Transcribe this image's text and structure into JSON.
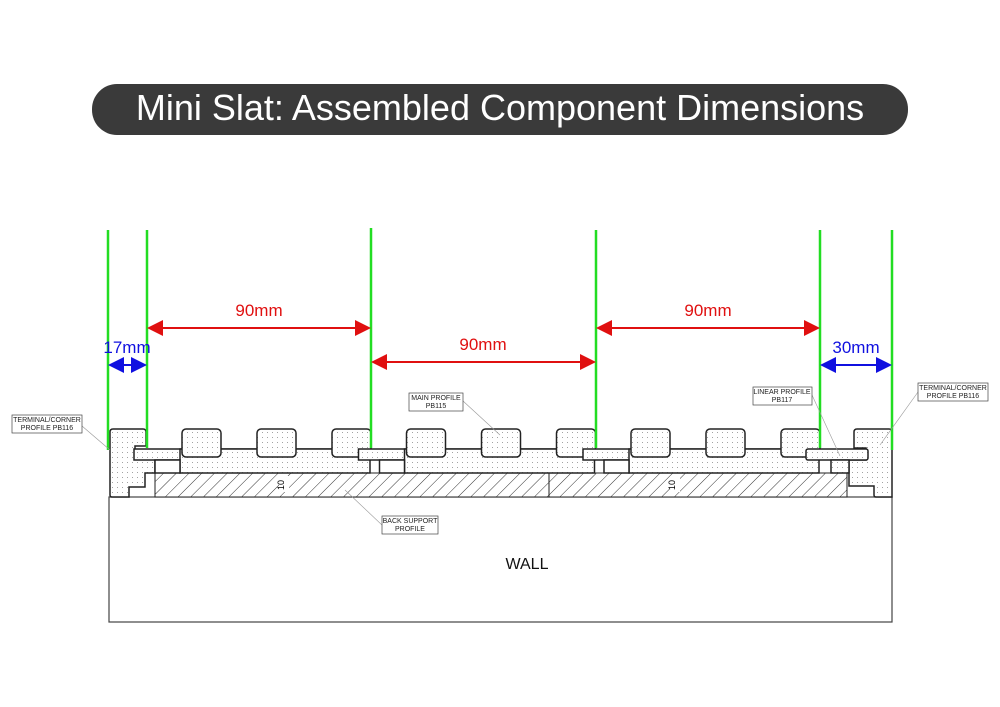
{
  "title": "Mini Slat: Assembled Component Dimensions",
  "dimensions": [
    {
      "label": "17mm",
      "color": "#1010e0"
    },
    {
      "label": "90mm",
      "color": "#e01010"
    },
    {
      "label": "90mm",
      "color": "#e01010"
    },
    {
      "label": "90mm",
      "color": "#e01010"
    },
    {
      "label": "30mm",
      "color": "#1010e0"
    }
  ],
  "callouts": {
    "terminal_left": [
      "TERMINAL/CORNER",
      "PROFILE PB116"
    ],
    "main": [
      "MAIN PROFILE",
      "PB115"
    ],
    "linear": [
      "LINEAR PROFILE",
      "PB117"
    ],
    "terminal_right": [
      "TERMINAL/CORNER",
      "PROFILE PB116"
    ],
    "back_support": [
      "BACK SUPPORT",
      "PROFILE"
    ]
  },
  "thickness_marks": [
    "10",
    "10"
  ],
  "wall_label": "WALL",
  "colors": {
    "guide_lines": "#22dd22",
    "title_bg": "#3a3a3a"
  }
}
